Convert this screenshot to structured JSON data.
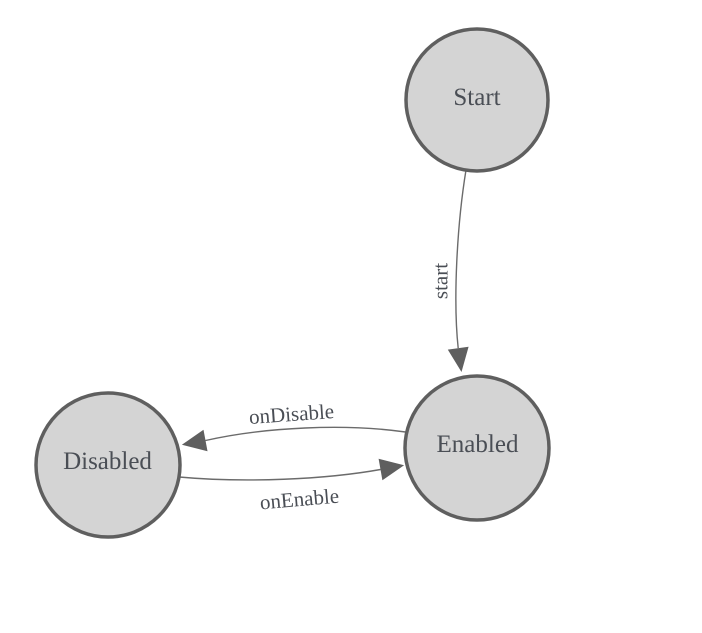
{
  "diagram": {
    "type": "state-machine-diagram",
    "background_color": "#ffffff",
    "colors": {
      "node_fill": "#d4d4d4",
      "node_stroke": "#5f5f5f",
      "edge_line": "#6b6b6b",
      "arrow_fill": "#5f5f5f",
      "label_text": "#4a4e55"
    },
    "nodes": [
      {
        "id": "start",
        "label": "Start"
      },
      {
        "id": "enabled",
        "label": "Enabled"
      },
      {
        "id": "disabled",
        "label": "Disabled"
      }
    ],
    "edges": [
      {
        "from": "Start",
        "to": "Enabled",
        "label": "start"
      },
      {
        "from": "Enabled",
        "to": "Disabled",
        "label": "onDisable"
      },
      {
        "from": "Disabled",
        "to": "Enabled",
        "label": "onEnable"
      }
    ]
  }
}
